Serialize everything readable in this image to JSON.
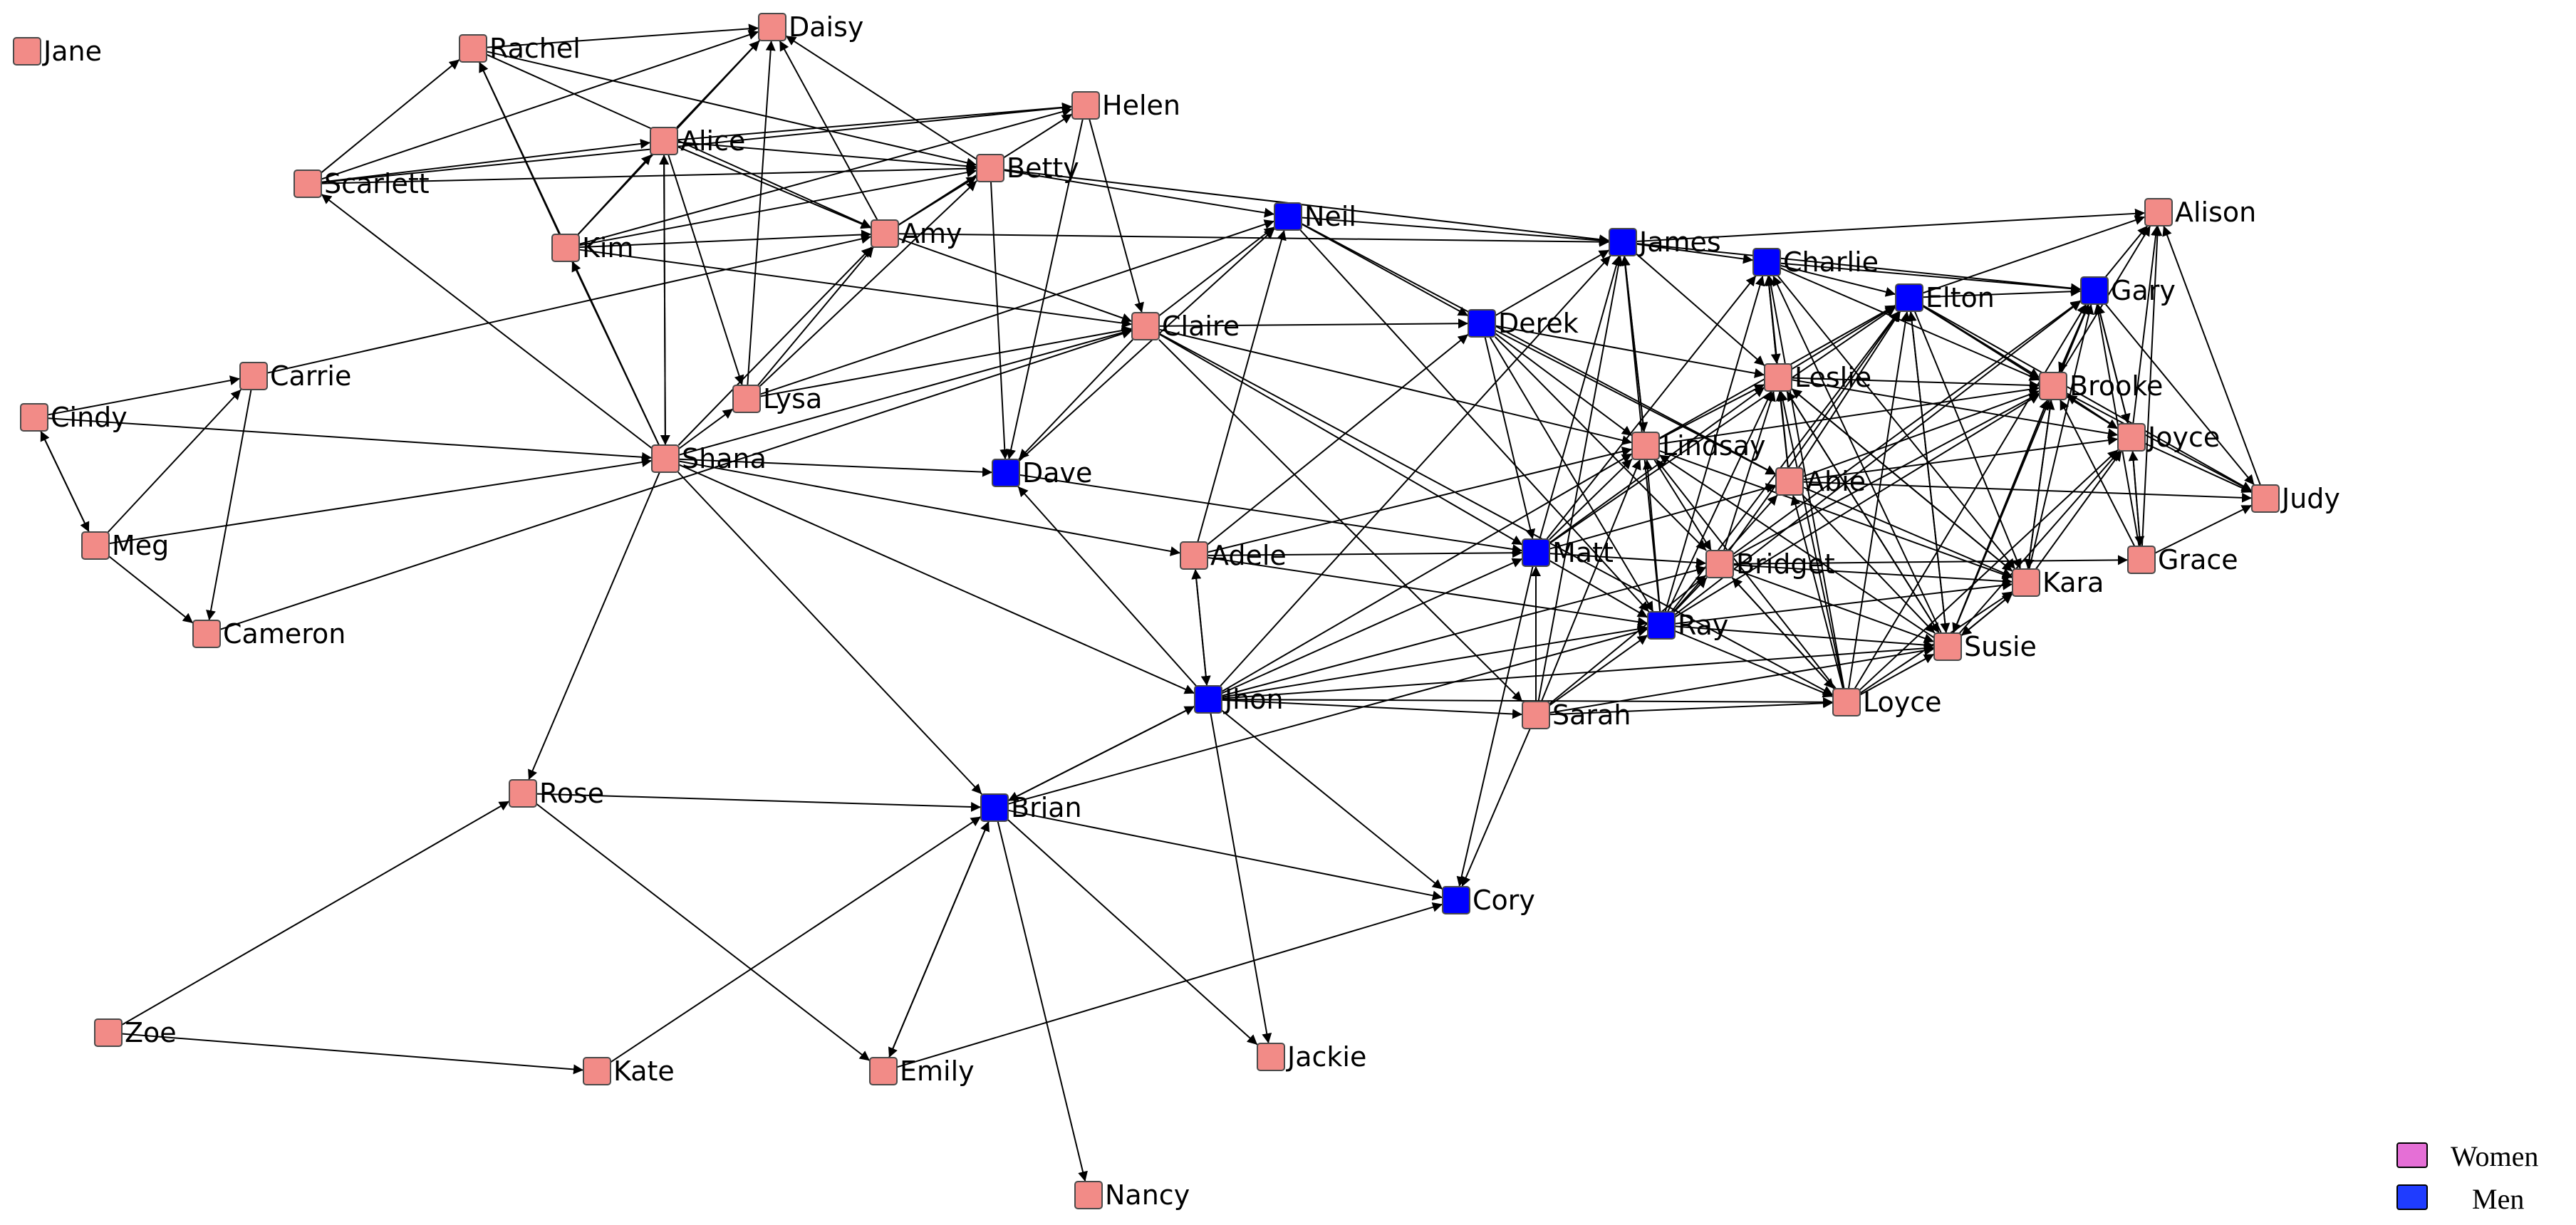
{
  "colors": {
    "women": "#f28b87",
    "men": "#0000ff",
    "legend_women": "#e56fd6",
    "legend_men": "#1f3cff",
    "edge": "#000000"
  },
  "legend": {
    "women": "Women",
    "men": "Men"
  },
  "nodes": [
    {
      "id": "Jane",
      "label": "Jane",
      "gender": "women"
    },
    {
      "id": "Rachel",
      "label": "Rachel",
      "gender": "women"
    },
    {
      "id": "Daisy",
      "label": "Daisy",
      "gender": "women"
    },
    {
      "id": "Helen",
      "label": "Helen",
      "gender": "women"
    },
    {
      "id": "Alice",
      "label": "Alice",
      "gender": "women"
    },
    {
      "id": "Scarlett",
      "label": "Scarlett",
      "gender": "women"
    },
    {
      "id": "Betty",
      "label": "Betty",
      "gender": "women"
    },
    {
      "id": "Kim",
      "label": "Kim",
      "gender": "women"
    },
    {
      "id": "Amy",
      "label": "Amy",
      "gender": "women"
    },
    {
      "id": "Neil",
      "label": "Neil",
      "gender": "men"
    },
    {
      "id": "James",
      "label": "James",
      "gender": "men"
    },
    {
      "id": "Charlie",
      "label": "Charlie",
      "gender": "men"
    },
    {
      "id": "Alison",
      "label": "Alison",
      "gender": "women"
    },
    {
      "id": "Elton",
      "label": "Elton",
      "gender": "men"
    },
    {
      "id": "Gary",
      "label": "Gary",
      "gender": "men"
    },
    {
      "id": "Claire",
      "label": "Claire",
      "gender": "women"
    },
    {
      "id": "Derek",
      "label": "Derek",
      "gender": "men"
    },
    {
      "id": "Carrie",
      "label": "Carrie",
      "gender": "women"
    },
    {
      "id": "Cindy",
      "label": "Cindy",
      "gender": "women"
    },
    {
      "id": "Lysa",
      "label": "Lysa",
      "gender": "women"
    },
    {
      "id": "Leslie",
      "label": "Leslie",
      "gender": "women"
    },
    {
      "id": "Brooke",
      "label": "Brooke",
      "gender": "women"
    },
    {
      "id": "Shana",
      "label": "Shana",
      "gender": "women"
    },
    {
      "id": "Dave",
      "label": "Dave",
      "gender": "men"
    },
    {
      "id": "Lindsay",
      "label": "Lindsay",
      "gender": "women"
    },
    {
      "id": "Joyce",
      "label": "Joyce",
      "gender": "women"
    },
    {
      "id": "Abie",
      "label": "Abie",
      "gender": "women"
    },
    {
      "id": "Judy",
      "label": "Judy",
      "gender": "women"
    },
    {
      "id": "Meg",
      "label": "Meg",
      "gender": "women"
    },
    {
      "id": "Adele",
      "label": "Adele",
      "gender": "women"
    },
    {
      "id": "Matt",
      "label": "Matt",
      "gender": "men"
    },
    {
      "id": "Bridget",
      "label": "Bridget",
      "gender": "women"
    },
    {
      "id": "Grace",
      "label": "Grace",
      "gender": "women"
    },
    {
      "id": "Kara",
      "label": "Kara",
      "gender": "women"
    },
    {
      "id": "Cameron",
      "label": "Cameron",
      "gender": "women"
    },
    {
      "id": "Ray",
      "label": "Ray",
      "gender": "men"
    },
    {
      "id": "Susie",
      "label": "Susie",
      "gender": "women"
    },
    {
      "id": "Jhon",
      "label": "Jhon",
      "gender": "men"
    },
    {
      "id": "Sarah",
      "label": "Sarah",
      "gender": "women"
    },
    {
      "id": "Loyce",
      "label": "Loyce",
      "gender": "women"
    },
    {
      "id": "Rose",
      "label": "Rose",
      "gender": "women"
    },
    {
      "id": "Brian",
      "label": "Brian",
      "gender": "men"
    },
    {
      "id": "Cory",
      "label": "Cory",
      "gender": "men"
    },
    {
      "id": "Zoe",
      "label": "Zoe",
      "gender": "women"
    },
    {
      "id": "Kate",
      "label": "Kate",
      "gender": "women"
    },
    {
      "id": "Emily",
      "label": "Emily",
      "gender": "women"
    },
    {
      "id": "Jackie",
      "label": "Jackie",
      "gender": "women"
    },
    {
      "id": "Nancy",
      "label": "Nancy",
      "gender": "women"
    }
  ],
  "edges": [
    [
      "Rachel",
      "Daisy"
    ],
    [
      "Scarlett",
      "Rachel"
    ],
    [
      "Scarlett",
      "Daisy"
    ],
    [
      "Scarlett",
      "Alice"
    ],
    [
      "Scarlett",
      "Helen"
    ],
    [
      "Scarlett",
      "Betty"
    ],
    [
      "Rachel",
      "Betty"
    ],
    [
      "Rachel",
      "Amy"
    ],
    [
      "Alice",
      "Daisy"
    ],
    [
      "Alice",
      "Amy"
    ],
    [
      "Alice",
      "Betty"
    ],
    [
      "Alice",
      "Helen"
    ],
    [
      "Alice",
      "Lysa"
    ],
    [
      "Alice",
      "Shana"
    ],
    [
      "Kim",
      "Alice"
    ],
    [
      "Kim",
      "Daisy"
    ],
    [
      "Kim",
      "Amy"
    ],
    [
      "Kim",
      "Betty"
    ],
    [
      "Kim",
      "Helen"
    ],
    [
      "Kim",
      "Claire"
    ],
    [
      "Kim",
      "Rachel"
    ],
    [
      "Amy",
      "Daisy"
    ],
    [
      "Amy",
      "Betty"
    ],
    [
      "Amy",
      "Helen"
    ],
    [
      "Amy",
      "Claire"
    ],
    [
      "Amy",
      "James"
    ],
    [
      "Betty",
      "Daisy"
    ],
    [
      "Betty",
      "Neil"
    ],
    [
      "Betty",
      "Dave"
    ],
    [
      "Betty",
      "James"
    ],
    [
      "Helen",
      "Dave"
    ],
    [
      "Helen",
      "Claire"
    ],
    [
      "Lysa",
      "Amy"
    ],
    [
      "Lysa",
      "Betty"
    ],
    [
      "Lysa",
      "Claire"
    ],
    [
      "Lysa",
      "Neil"
    ],
    [
      "Lysa",
      "Daisy"
    ],
    [
      "Shana",
      "Rachel"
    ],
    [
      "Shana",
      "Alice"
    ],
    [
      "Shana",
      "Kim"
    ],
    [
      "Shana",
      "Amy"
    ],
    [
      "Shana",
      "Lysa"
    ],
    [
      "Shana",
      "Scarlett"
    ],
    [
      "Shana",
      "Dave"
    ],
    [
      "Shana",
      "Adele"
    ],
    [
      "Shana",
      "Jhon"
    ],
    [
      "Shana",
      "Rose"
    ],
    [
      "Shana",
      "Brian"
    ],
    [
      "Shana",
      "Claire"
    ],
    [
      "Cindy",
      "Carrie"
    ],
    [
      "Cindy",
      "Meg"
    ],
    [
      "Cindy",
      "Shana"
    ],
    [
      "Meg",
      "Cindy"
    ],
    [
      "Meg",
      "Carrie"
    ],
    [
      "Meg",
      "Cameron"
    ],
    [
      "Meg",
      "Shana"
    ],
    [
      "Carrie",
      "Cameron"
    ],
    [
      "Carrie",
      "Amy"
    ],
    [
      "Cameron",
      "Claire"
    ],
    [
      "Claire",
      "Neil"
    ],
    [
      "Claire",
      "Derek"
    ],
    [
      "Claire",
      "Dave"
    ],
    [
      "Claire",
      "Matt"
    ],
    [
      "Claire",
      "Lindsay"
    ],
    [
      "Claire",
      "Sarah"
    ],
    [
      "Claire",
      "Loyce"
    ],
    [
      "Dave",
      "Neil"
    ],
    [
      "Dave",
      "Matt"
    ],
    [
      "Adele",
      "Neil"
    ],
    [
      "Adele",
      "Derek"
    ],
    [
      "Adele",
      "Matt"
    ],
    [
      "Adele",
      "Lindsay"
    ],
    [
      "Adele",
      "Ray"
    ],
    [
      "Adele",
      "Jhon"
    ],
    [
      "Neil",
      "James"
    ],
    [
      "Neil",
      "Derek"
    ],
    [
      "Neil",
      "Ray"
    ],
    [
      "Neil",
      "Abie"
    ],
    [
      "James",
      "Alison"
    ],
    [
      "James",
      "Charlie"
    ],
    [
      "James",
      "Leslie"
    ],
    [
      "James",
      "Lindsay"
    ],
    [
      "James",
      "Gary"
    ],
    [
      "Charlie",
      "Elton"
    ],
    [
      "Charlie",
      "Gary"
    ],
    [
      "Charlie",
      "Leslie"
    ],
    [
      "Charlie",
      "Brooke"
    ],
    [
      "Charlie",
      "Kara"
    ],
    [
      "Elton",
      "Gary"
    ],
    [
      "Elton",
      "Alison"
    ],
    [
      "Elton",
      "Brooke"
    ],
    [
      "Elton",
      "Joyce"
    ],
    [
      "Elton",
      "Judy"
    ],
    [
      "Elton",
      "Kara"
    ],
    [
      "Elton",
      "Susie"
    ],
    [
      "Gary",
      "Alison"
    ],
    [
      "Gary",
      "Brooke"
    ],
    [
      "Gary",
      "Judy"
    ],
    [
      "Gary",
      "Joyce"
    ],
    [
      "Derek",
      "James"
    ],
    [
      "Derek",
      "Matt"
    ],
    [
      "Derek",
      "Lindsay"
    ],
    [
      "Derek",
      "Abie"
    ],
    [
      "Derek",
      "Ray"
    ],
    [
      "Derek",
      "Bridget"
    ],
    [
      "Derek",
      "Leslie"
    ],
    [
      "Leslie",
      "Charlie"
    ],
    [
      "Leslie",
      "Elton"
    ],
    [
      "Leslie",
      "Brooke"
    ],
    [
      "Leslie",
      "Kara"
    ],
    [
      "Leslie",
      "Susie"
    ],
    [
      "Leslie",
      "Joyce"
    ],
    [
      "Brooke",
      "Alison"
    ],
    [
      "Brooke",
      "Gary"
    ],
    [
      "Brooke",
      "Judy"
    ],
    [
      "Brooke",
      "Kara"
    ],
    [
      "Brooke",
      "Susie"
    ],
    [
      "Joyce",
      "Alison"
    ],
    [
      "Joyce",
      "Gary"
    ],
    [
      "Joyce",
      "Judy"
    ],
    [
      "Joyce",
      "Brooke"
    ],
    [
      "Joyce",
      "Grace"
    ],
    [
      "Lindsay",
      "James"
    ],
    [
      "Lindsay",
      "Leslie"
    ],
    [
      "Lindsay",
      "Elton"
    ],
    [
      "Lindsay",
      "Brooke"
    ],
    [
      "Lindsay",
      "Bridget"
    ],
    [
      "Lindsay",
      "Kara"
    ],
    [
      "Abie",
      "Charlie"
    ],
    [
      "Abie",
      "Elton"
    ],
    [
      "Abie",
      "Leslie"
    ],
    [
      "Abie",
      "Brooke"
    ],
    [
      "Abie",
      "Joyce"
    ],
    [
      "Abie",
      "Judy"
    ],
    [
      "Abie",
      "Susie"
    ],
    [
      "Abie",
      "Kara"
    ],
    [
      "Judy",
      "Alison"
    ],
    [
      "Grace",
      "Brooke"
    ],
    [
      "Grace",
      "Alison"
    ],
    [
      "Grace",
      "Gary"
    ],
    [
      "Grace",
      "Joyce"
    ],
    [
      "Grace",
      "Judy"
    ],
    [
      "Matt",
      "James"
    ],
    [
      "Matt",
      "Charlie"
    ],
    [
      "Matt",
      "Leslie"
    ],
    [
      "Matt",
      "Lindsay"
    ],
    [
      "Matt",
      "Abie"
    ],
    [
      "Matt",
      "Bridget"
    ],
    [
      "Matt",
      "Ray"
    ],
    [
      "Matt",
      "Cory"
    ],
    [
      "Matt",
      "Elton"
    ],
    [
      "Bridget",
      "Leslie"
    ],
    [
      "Bridget",
      "Elton"
    ],
    [
      "Bridget",
      "Brooke"
    ],
    [
      "Bridget",
      "Kara"
    ],
    [
      "Bridget",
      "Susie"
    ],
    [
      "Bridget",
      "Loyce"
    ],
    [
      "Bridget",
      "Grace"
    ],
    [
      "Bridget",
      "Gary"
    ],
    [
      "Kara",
      "Brooke"
    ],
    [
      "Kara",
      "Joyce"
    ],
    [
      "Kara",
      "Gary"
    ],
    [
      "Kara",
      "Susie"
    ],
    [
      "Kara",
      "Leslie"
    ],
    [
      "Ray",
      "James"
    ],
    [
      "Ray",
      "Charlie"
    ],
    [
      "Ray",
      "Leslie"
    ],
    [
      "Ray",
      "Lindsay"
    ],
    [
      "Ray",
      "Abie"
    ],
    [
      "Ray",
      "Bridget"
    ],
    [
      "Ray",
      "Kara"
    ],
    [
      "Ray",
      "Susie"
    ],
    [
      "Ray",
      "Loyce"
    ],
    [
      "Ray",
      "Brooke"
    ],
    [
      "Ray",
      "Gary"
    ],
    [
      "Ray",
      "Elton"
    ],
    [
      "Susie",
      "Elton"
    ],
    [
      "Susie",
      "Brooke"
    ],
    [
      "Susie",
      "Joyce"
    ],
    [
      "Susie",
      "Kara"
    ],
    [
      "Susie",
      "Leslie"
    ],
    [
      "Susie",
      "Lindsay"
    ],
    [
      "Susie",
      "Charlie"
    ],
    [
      "Susie",
      "Gary"
    ],
    [
      "Jhon",
      "Dave"
    ],
    [
      "Jhon",
      "Adele"
    ],
    [
      "Jhon",
      "Matt"
    ],
    [
      "Jhon",
      "Sarah"
    ],
    [
      "Jhon",
      "Loyce"
    ],
    [
      "Jhon",
      "Ray"
    ],
    [
      "Jhon",
      "Bridget"
    ],
    [
      "Jhon",
      "Cory"
    ],
    [
      "Jhon",
      "Jackie"
    ],
    [
      "Jhon",
      "Brian"
    ],
    [
      "Jhon",
      "Susie"
    ],
    [
      "Jhon",
      "Lindsay"
    ],
    [
      "Jhon",
      "James"
    ],
    [
      "Sarah",
      "Matt"
    ],
    [
      "Sarah",
      "Ray"
    ],
    [
      "Sarah",
      "Loyce"
    ],
    [
      "Sarah",
      "Bridget"
    ],
    [
      "Sarah",
      "Cory"
    ],
    [
      "Sarah",
      "Lindsay"
    ],
    [
      "Sarah",
      "James"
    ],
    [
      "Sarah",
      "Susie"
    ],
    [
      "Loyce",
      "Lindsay"
    ],
    [
      "Loyce",
      "Abie"
    ],
    [
      "Loyce",
      "Leslie"
    ],
    [
      "Loyce",
      "Susie"
    ],
    [
      "Loyce",
      "Elton"
    ],
    [
      "Loyce",
      "Bridget"
    ],
    [
      "Loyce",
      "Kara"
    ],
    [
      "Loyce",
      "Gary"
    ],
    [
      "Loyce",
      "Charlie"
    ],
    [
      "Loyce",
      "Joyce"
    ],
    [
      "Brian",
      "Jhon"
    ],
    [
      "Brian",
      "Cory"
    ],
    [
      "Brian",
      "Emily"
    ],
    [
      "Brian",
      "Jackie"
    ],
    [
      "Brian",
      "Nancy"
    ],
    [
      "Brian",
      "Ray"
    ],
    [
      "Rose",
      "Brian"
    ],
    [
      "Rose",
      "Emily"
    ],
    [
      "Emily",
      "Brian"
    ],
    [
      "Emily",
      "Cory"
    ],
    [
      "Zoe",
      "Rose"
    ],
    [
      "Zoe",
      "Kate"
    ],
    [
      "Kate",
      "Brian"
    ]
  ]
}
